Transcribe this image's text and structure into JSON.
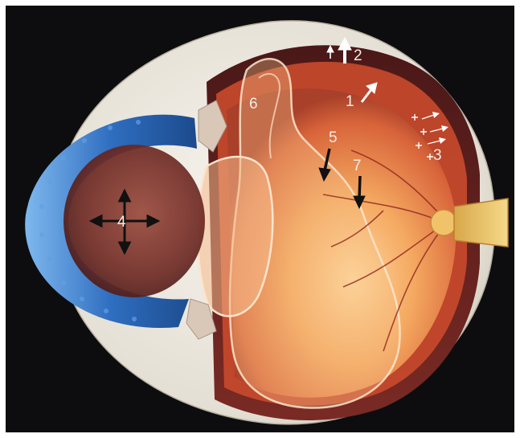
{
  "figure": {
    "callouts": [
      {
        "id": "1",
        "label": "1"
      },
      {
        "id": "2",
        "label": "2"
      },
      {
        "id": "3",
        "label": "3"
      },
      {
        "id": "4",
        "label": "4"
      },
      {
        "id": "5",
        "label": "5"
      },
      {
        "id": "6",
        "label": "6"
      },
      {
        "id": "7",
        "label": "7"
      }
    ],
    "colors": {
      "background": "#0d0d0f",
      "sclera": "#e9e5dc",
      "iris": "#2f6ec0",
      "pupil": "#6a2a24",
      "vitreous": "#f3a85e",
      "choroid": "#5a1f1c",
      "optic_nerve": "#f2cd72",
      "label": "#f2ede6"
    }
  }
}
